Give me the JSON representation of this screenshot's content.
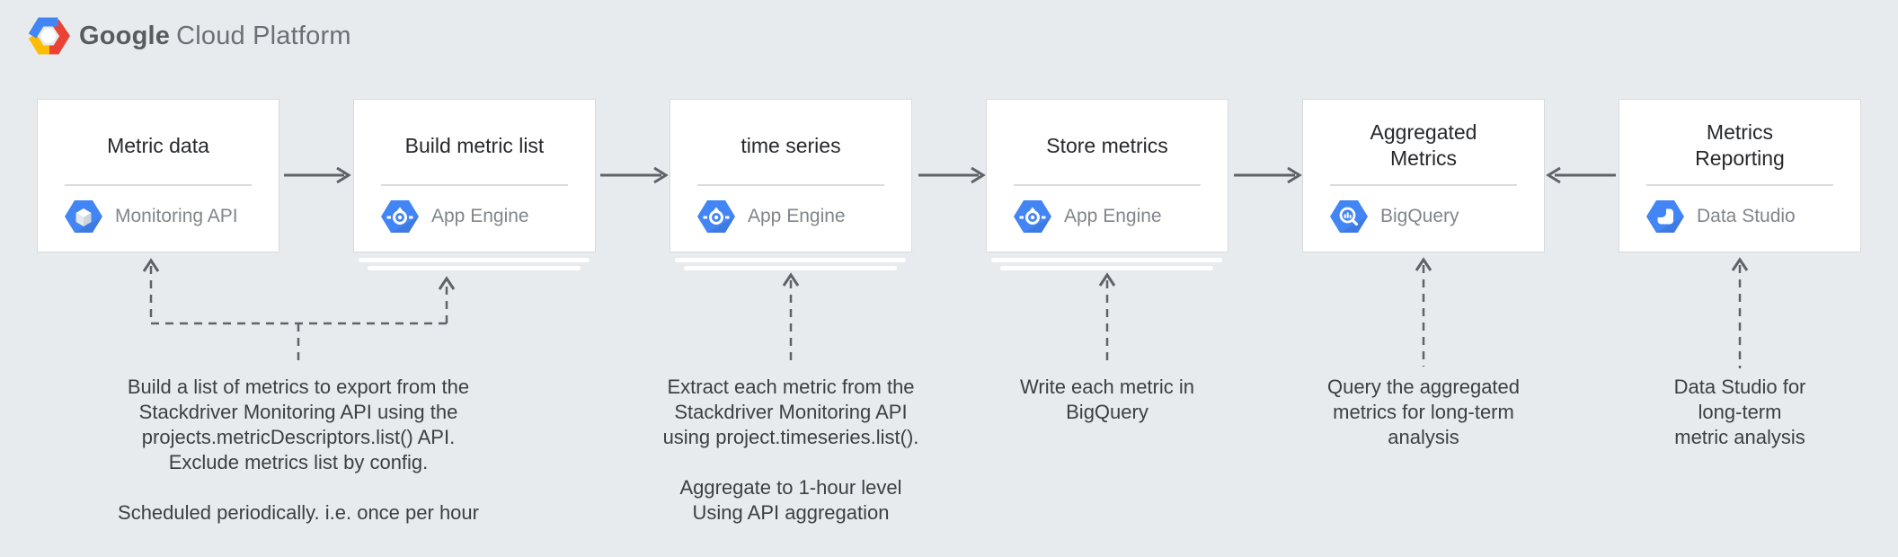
{
  "header": {
    "brand_primary": "Google",
    "brand_secondary": "Cloud Platform",
    "logo_icon": "gcp-hexagon-logo-icon"
  },
  "cards": [
    {
      "title_lines": [
        "Metric data"
      ],
      "product": "Monitoring API",
      "icon": "monitoring-api-icon",
      "stacked": false
    },
    {
      "title_lines": [
        "Build metric list"
      ],
      "product": "App Engine",
      "icon": "app-engine-icon",
      "stacked": true
    },
    {
      "title_lines": [
        "time series"
      ],
      "product": "App Engine",
      "icon": "app-engine-icon",
      "stacked": true
    },
    {
      "title_lines": [
        "Store metrics"
      ],
      "product": "App Engine",
      "icon": "app-engine-icon",
      "stacked": true
    },
    {
      "title_lines": [
        "Aggregated",
        "Metrics"
      ],
      "product": "BigQuery",
      "icon": "bigquery-icon",
      "stacked": false
    },
    {
      "title_lines": [
        "Metrics",
        "Reporting"
      ],
      "product": "Data Studio",
      "icon": "data-studio-icon",
      "stacked": false
    }
  ],
  "flow": [
    "Metric data -> Build metric list",
    "Build metric list -> time series",
    "time series -> Store metrics",
    "Store metrics -> Aggregated Metrics",
    "Metrics Reporting -> Aggregated Metrics"
  ],
  "annotations": [
    {
      "points_to": [
        "Metric data",
        "Build metric list"
      ],
      "paragraphs": [
        [
          "Build a list of metrics to export from the",
          "Stackdriver Monitoring API using the",
          "projects.metricDescriptors.list() API.",
          "Exclude metrics list by config."
        ],
        [
          "Scheduled periodically. i.e. once per hour"
        ]
      ]
    },
    {
      "points_to": [
        "time series"
      ],
      "paragraphs": [
        [
          "Extract each metric from the",
          "Stackdriver Monitoring API",
          "using project.timeseries.list()."
        ],
        [
          "Aggregate to 1-hour level",
          "Using API aggregation"
        ]
      ]
    },
    {
      "points_to": [
        "Store metrics"
      ],
      "paragraphs": [
        [
          "Write each metric in",
          "BigQuery"
        ]
      ]
    },
    {
      "points_to": [
        "Aggregated Metrics"
      ],
      "paragraphs": [
        [
          "Query the aggregated",
          "metrics for long-term",
          "analysis"
        ]
      ]
    },
    {
      "points_to": [
        "Metrics Reporting"
      ],
      "paragraphs": [
        [
          "Data Studio for long-term",
          "metric analysis"
        ]
      ]
    }
  ],
  "colors": {
    "background": "#e8ebee",
    "card_background": "#ffffff",
    "card_border": "#dadce0",
    "title_text": "#26282b",
    "product_text": "#80868b",
    "annotation_text": "#3c4043",
    "arrow": "#5f6368",
    "icon_blue": "#4285f4",
    "logo_blue": "#4285f4",
    "logo_red": "#ea4335",
    "logo_yellow": "#fbbc05"
  }
}
